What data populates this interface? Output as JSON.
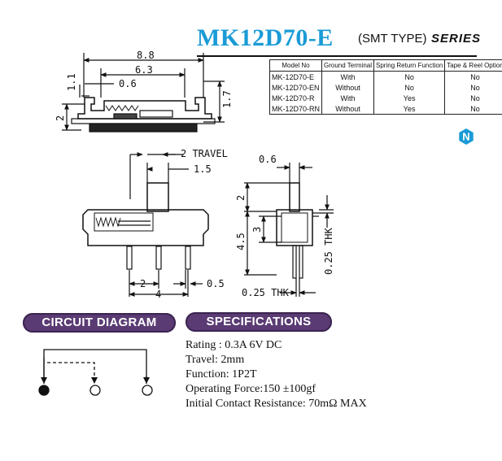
{
  "title": {
    "model": "MK12D70-E",
    "type": "(SMT TYPE)",
    "series": "SERIES"
  },
  "model_table": {
    "headers": [
      "Model No",
      "Ground Terminal",
      "Spring Return Function",
      "Tape & Reel Option"
    ],
    "rows": [
      [
        "MK-12D70-E",
        "With",
        "No",
        "No"
      ],
      [
        "MK-12D70-EN",
        "Without",
        "No",
        "No"
      ],
      [
        "MK-12D70-R",
        "With",
        "Yes",
        "No"
      ],
      [
        "MK-12D70-RN",
        "Without",
        "Yes",
        "No"
      ]
    ]
  },
  "logo": {
    "letter": "N",
    "color": "#1a9bd6"
  },
  "drawing_top": {
    "dim_88": "8.8",
    "dim_63": "6.3",
    "dim_11": "1.1",
    "dim_06": "0.6",
    "dim_2": "2",
    "dim_17": "1.7"
  },
  "drawing_front": {
    "dim_travel": "2 TRAVEL",
    "dim_15": "1.5",
    "dim_2": "2",
    "dim_4": "4",
    "dim_05": "0.5"
  },
  "drawing_side": {
    "dim_06": "0.6",
    "dim_2": "2",
    "dim_45": "4.5",
    "dim_3": "3",
    "dim_025_thk_v": "0.25 THK",
    "dim_025_thk_h": "0.25 THK"
  },
  "circuit": {
    "label": "CIRCUIT DIAGRAM"
  },
  "specifications": {
    "label": "SPECIFICATIONS",
    "items": [
      "Rating : 0.3A 6V DC",
      "Travel: 2mm",
      "Function: 1P2T",
      "Operating Force:150 ±100gf",
      "Initial Contact Resistance: 70mΩ MAX"
    ]
  },
  "colors": {
    "accent": "#1a9bd6",
    "pill": "#5a3b73"
  }
}
